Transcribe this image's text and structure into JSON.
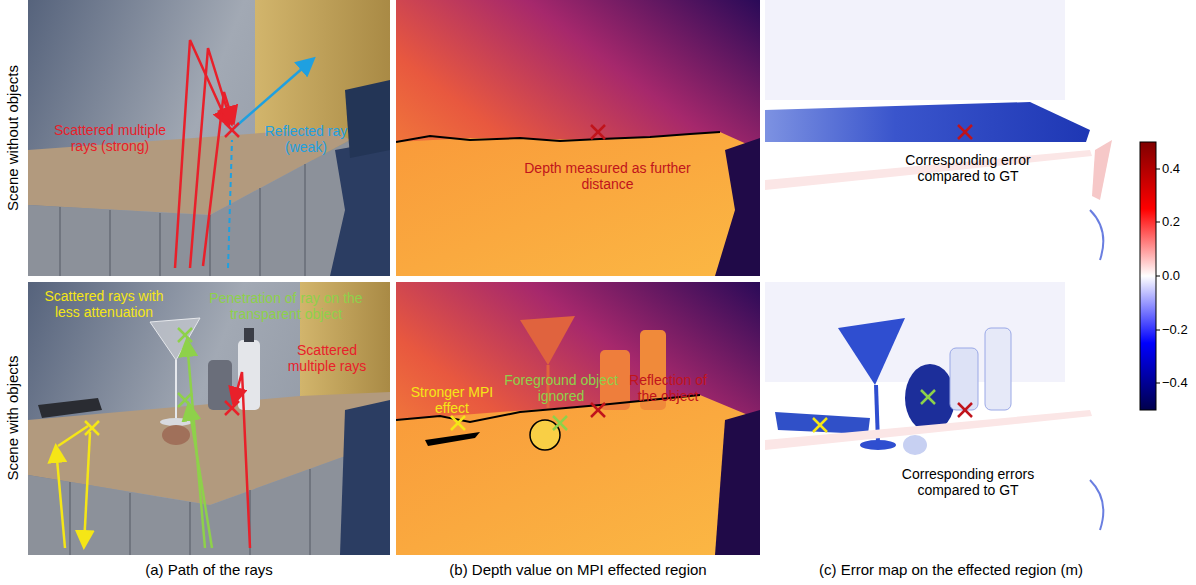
{
  "diagram": {
    "labels": [
      "Scattered multiple rays (strong)",
      "Reflected ray (weak)",
      "Depth measured as further distance",
      "Corresponding error compared to GT",
      "Scattered rays with less attenuation",
      "Penetration of ray on the transparent object",
      "Scattered multiple rays",
      "Stronger MPI effect",
      "Foreground object ignored",
      "Reflection of the object",
      "Corresponding errors compared to GT",
      "Scene without objects",
      "Scene with objects",
      "(a) Path of the rays",
      "(b) Depth value on MPI effected region",
      "(c) Error map on the effected region (m)",
      "0.4",
      "0.2",
      "0.0",
      "−0.2",
      "−0.4"
    ]
  }
}
